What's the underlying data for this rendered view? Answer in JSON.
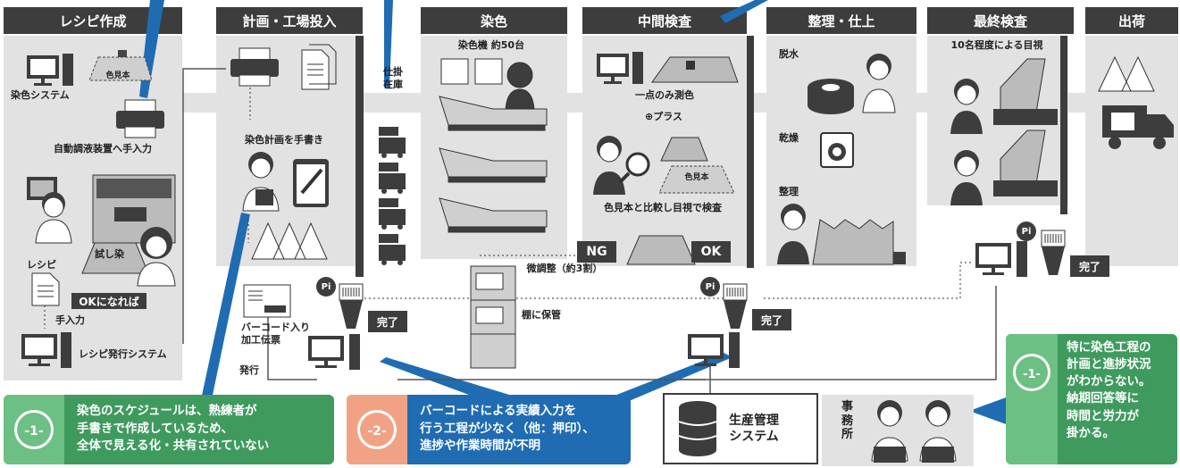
{
  "headers": [
    "レシピ作成",
    "計画・工場投入",
    "染色",
    "中間検査",
    "整理・仕上",
    "最終検査",
    "出荷"
  ],
  "recipe": {
    "color_sample": "色見本",
    "dye_system": "染色システム",
    "auto_dispense": "自動調液装置へ手入力",
    "trial": "試し染",
    "recipe": "レシピ",
    "ok_if": "OKになれば",
    "manual_input": "手入力",
    "recipe_system": "レシピ発行システム"
  },
  "plan": {
    "handwrite": "染色計画を手書き",
    "barcode_slip": "バーコード入り\n加工伝票",
    "issue": "発行",
    "complete": "完了",
    "pi": "Pi"
  },
  "wip": "仕掛\n在庫",
  "dyeing": {
    "machines": "染色機  約50台",
    "shelf": "棚に保管",
    "adjust": "微調整（約3割）"
  },
  "inspect": {
    "one_point": "一点のみ測色",
    "plus": "プラス",
    "color_sample": "色見本",
    "compare": "色見本と比較し目視で検査",
    "ng": "NG",
    "ok": "OK",
    "complete": "完了",
    "pi": "Pi"
  },
  "finish": {
    "dewater": "脱水",
    "dry": "乾燥",
    "arrange": "整理"
  },
  "final": {
    "visual": "10名程度による目視",
    "complete": "完了",
    "pi": "Pi"
  },
  "production_system": "生産管理\nシステム",
  "office": "事\n務\n所",
  "callouts": {
    "c1": "染色のスケジュールは、熟練者が\n手書きで作成しているため、\n全体で見える化・共有されていない",
    "c1_num": "-1-",
    "c2": "バーコードによる実績入力を\n行う工程が少なく（他：押印）、\n進捗や作業時間が不明",
    "c2_num": "-2-",
    "c3": "特に染色工程の\n計画と進捗状況\nがわからない。\n納期回答等に\n時間と労力が\n掛かる。",
    "c3_num": "-1-"
  },
  "colors": {
    "dark": "#3d3d3d",
    "panel": "#e2e2e2",
    "green": "#3f9a5e",
    "blue": "#1f6cb3",
    "orange": "#f2a284"
  }
}
